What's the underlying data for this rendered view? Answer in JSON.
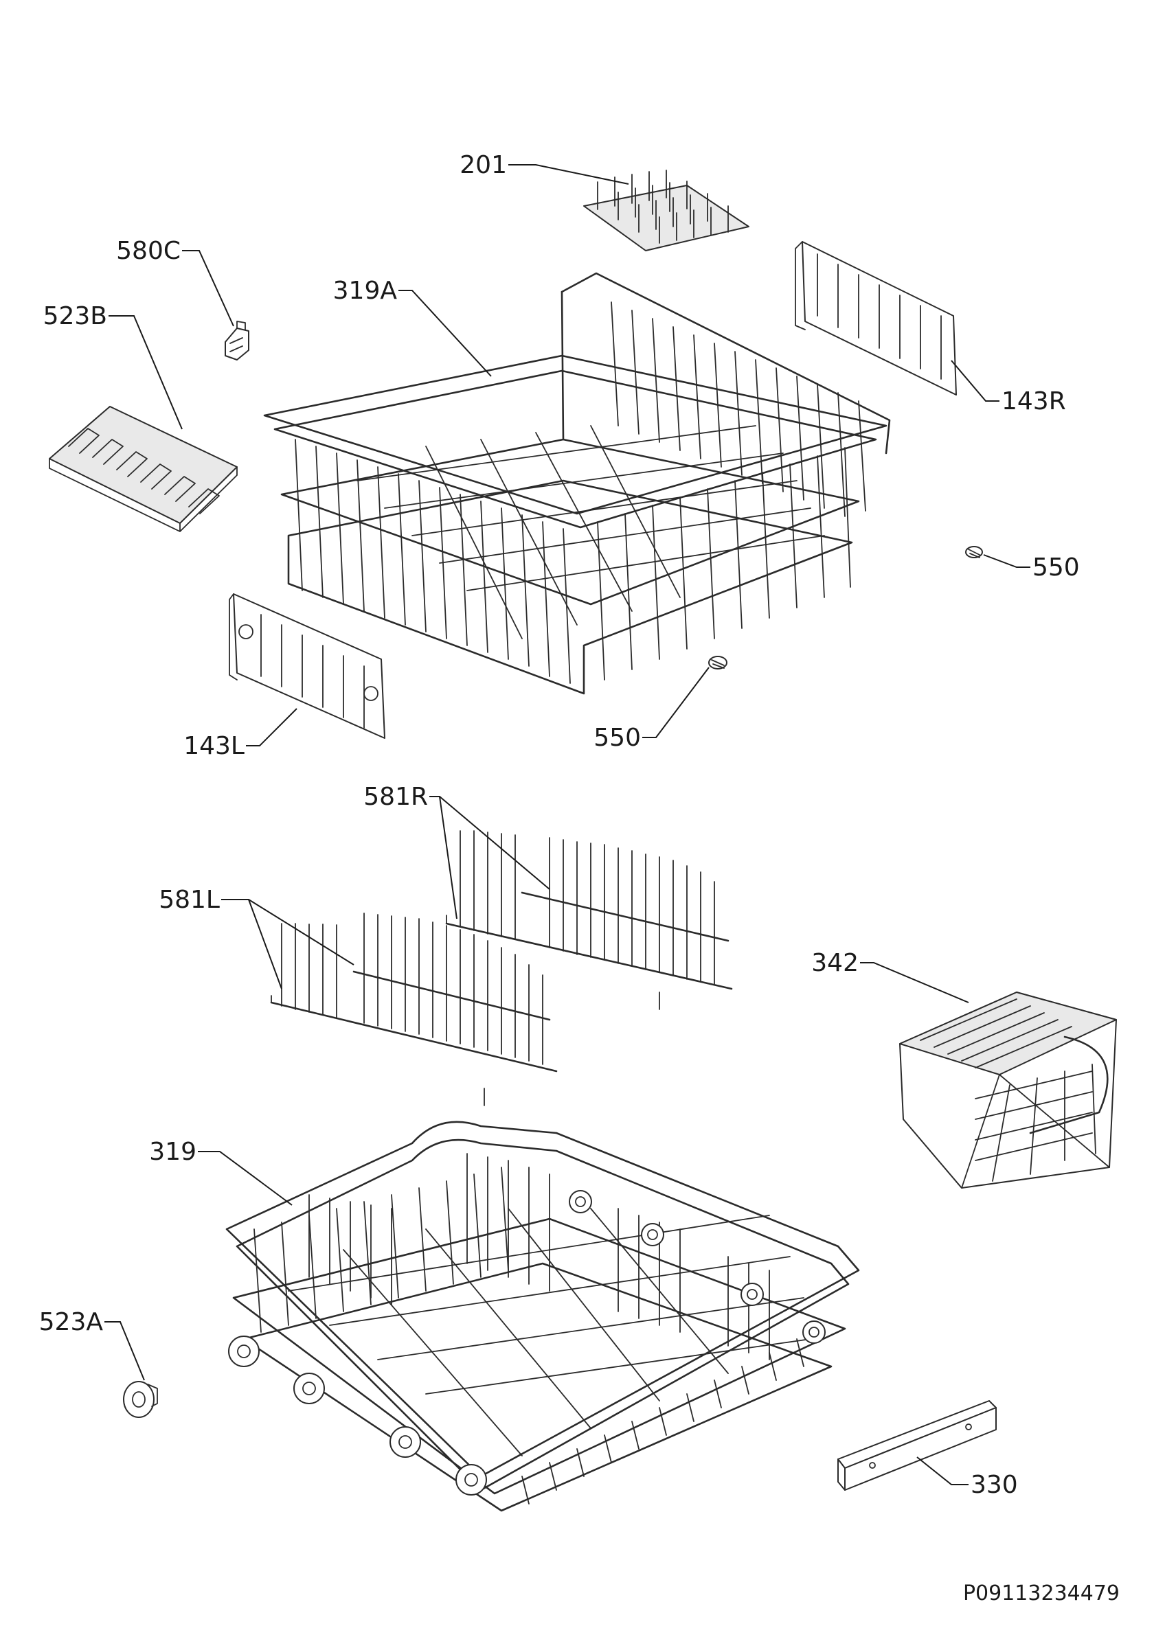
{
  "labels": {
    "l201": "201",
    "l580C": "580C",
    "l319A": "319A",
    "l523B": "523B",
    "l143R": "143R",
    "l550a": "550",
    "l550b": "550",
    "l143L": "143L",
    "l581R": "581R",
    "l581L": "581L",
    "l342": "342",
    "l319": "319",
    "l523A": "523A",
    "l330": "330"
  },
  "document_id": "P09113234479"
}
